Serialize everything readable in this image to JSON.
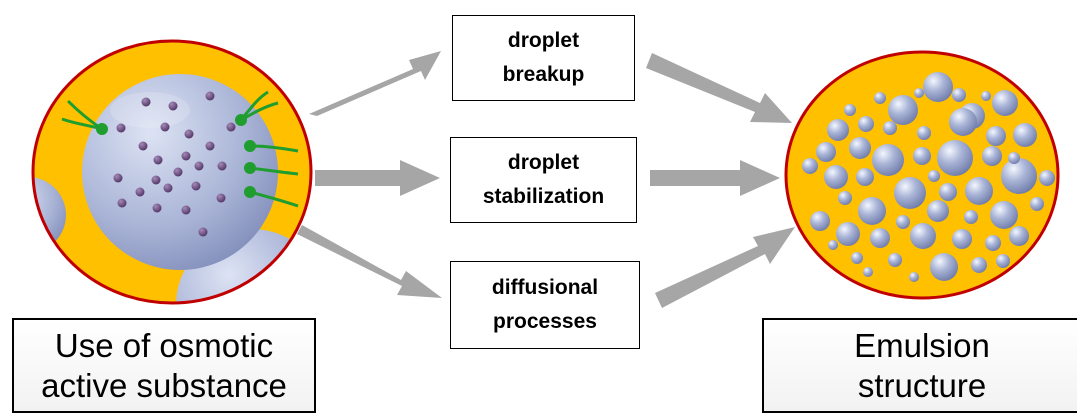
{
  "colors": {
    "oil_phase": "#FFC000",
    "border": "#C00000",
    "droplet_light": "#DDE3F4",
    "droplet_dark": "#7E8BB8",
    "particle": "#5A3D6E",
    "emulsifier": "#1F9E2F",
    "arrow": "#A6A6A6"
  },
  "left_panel": {
    "label_line1": "Use of osmotic",
    "label_line2": "active substance",
    "icon": "osmotic-droplet-icon"
  },
  "steps": [
    {
      "line1": "droplet",
      "line2": "breakup"
    },
    {
      "line1": "droplet",
      "line2": "stabilization"
    },
    {
      "line1": "diffusional",
      "line2": "processes"
    }
  ],
  "right_panel": {
    "label_line1": "Emulsion",
    "label_line2": "structure",
    "icon": "emulsion-icon"
  }
}
